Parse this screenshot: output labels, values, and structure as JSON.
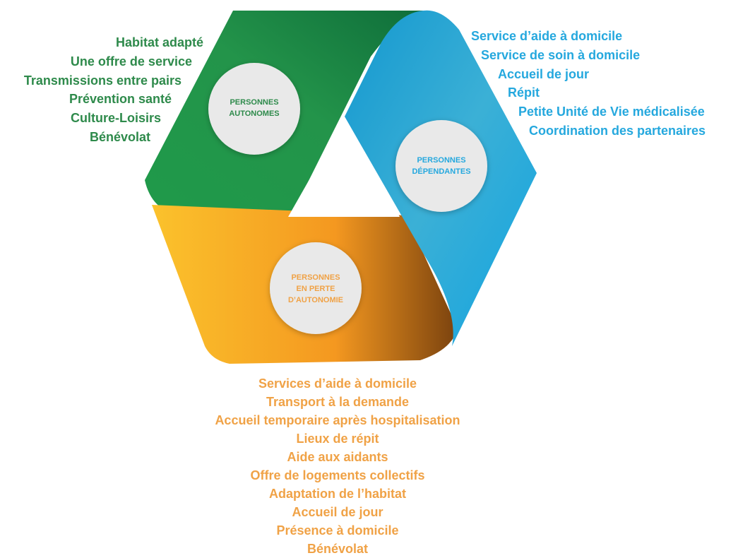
{
  "colors": {
    "green": "#2e8a4b",
    "blue": "#25a8de",
    "orange": "#f0a246",
    "circle_fill": "#e9e9e9"
  },
  "nodes": {
    "autonomes": {
      "line1": "PERSONNES",
      "line2": "AUTONOMES"
    },
    "dependantes": {
      "line1": "PERSONNES",
      "line2": "DÉPENDANTES"
    },
    "perte": {
      "line1": "PERSONNES",
      "line2": "EN PERTE",
      "line3": "D’AUTONOMIE"
    }
  },
  "lists": {
    "autonomes": [
      "Habitat adapté",
      "Une offre de service",
      "Transmissions entre pairs",
      "Prévention santé",
      "Culture-Loisirs",
      "Bénévolat"
    ],
    "dependantes": [
      "Service d’aide à domicile",
      "Service de soin à domicile",
      "Accueil de jour",
      "Répit",
      "Petite Unité de Vie médicalisée",
      "Coordination des partenaires"
    ],
    "perte": [
      "Services d’aide à domicile",
      "Transport à la demande",
      "Accueil temporaire après hospitalisation",
      "Lieux de répit",
      "Aide aux aidants",
      "Offre de logements collectifs",
      "Adaptation de l’habitat",
      "Accueil de jour",
      "Présence à domicile",
      "Bénévolat"
    ]
  }
}
